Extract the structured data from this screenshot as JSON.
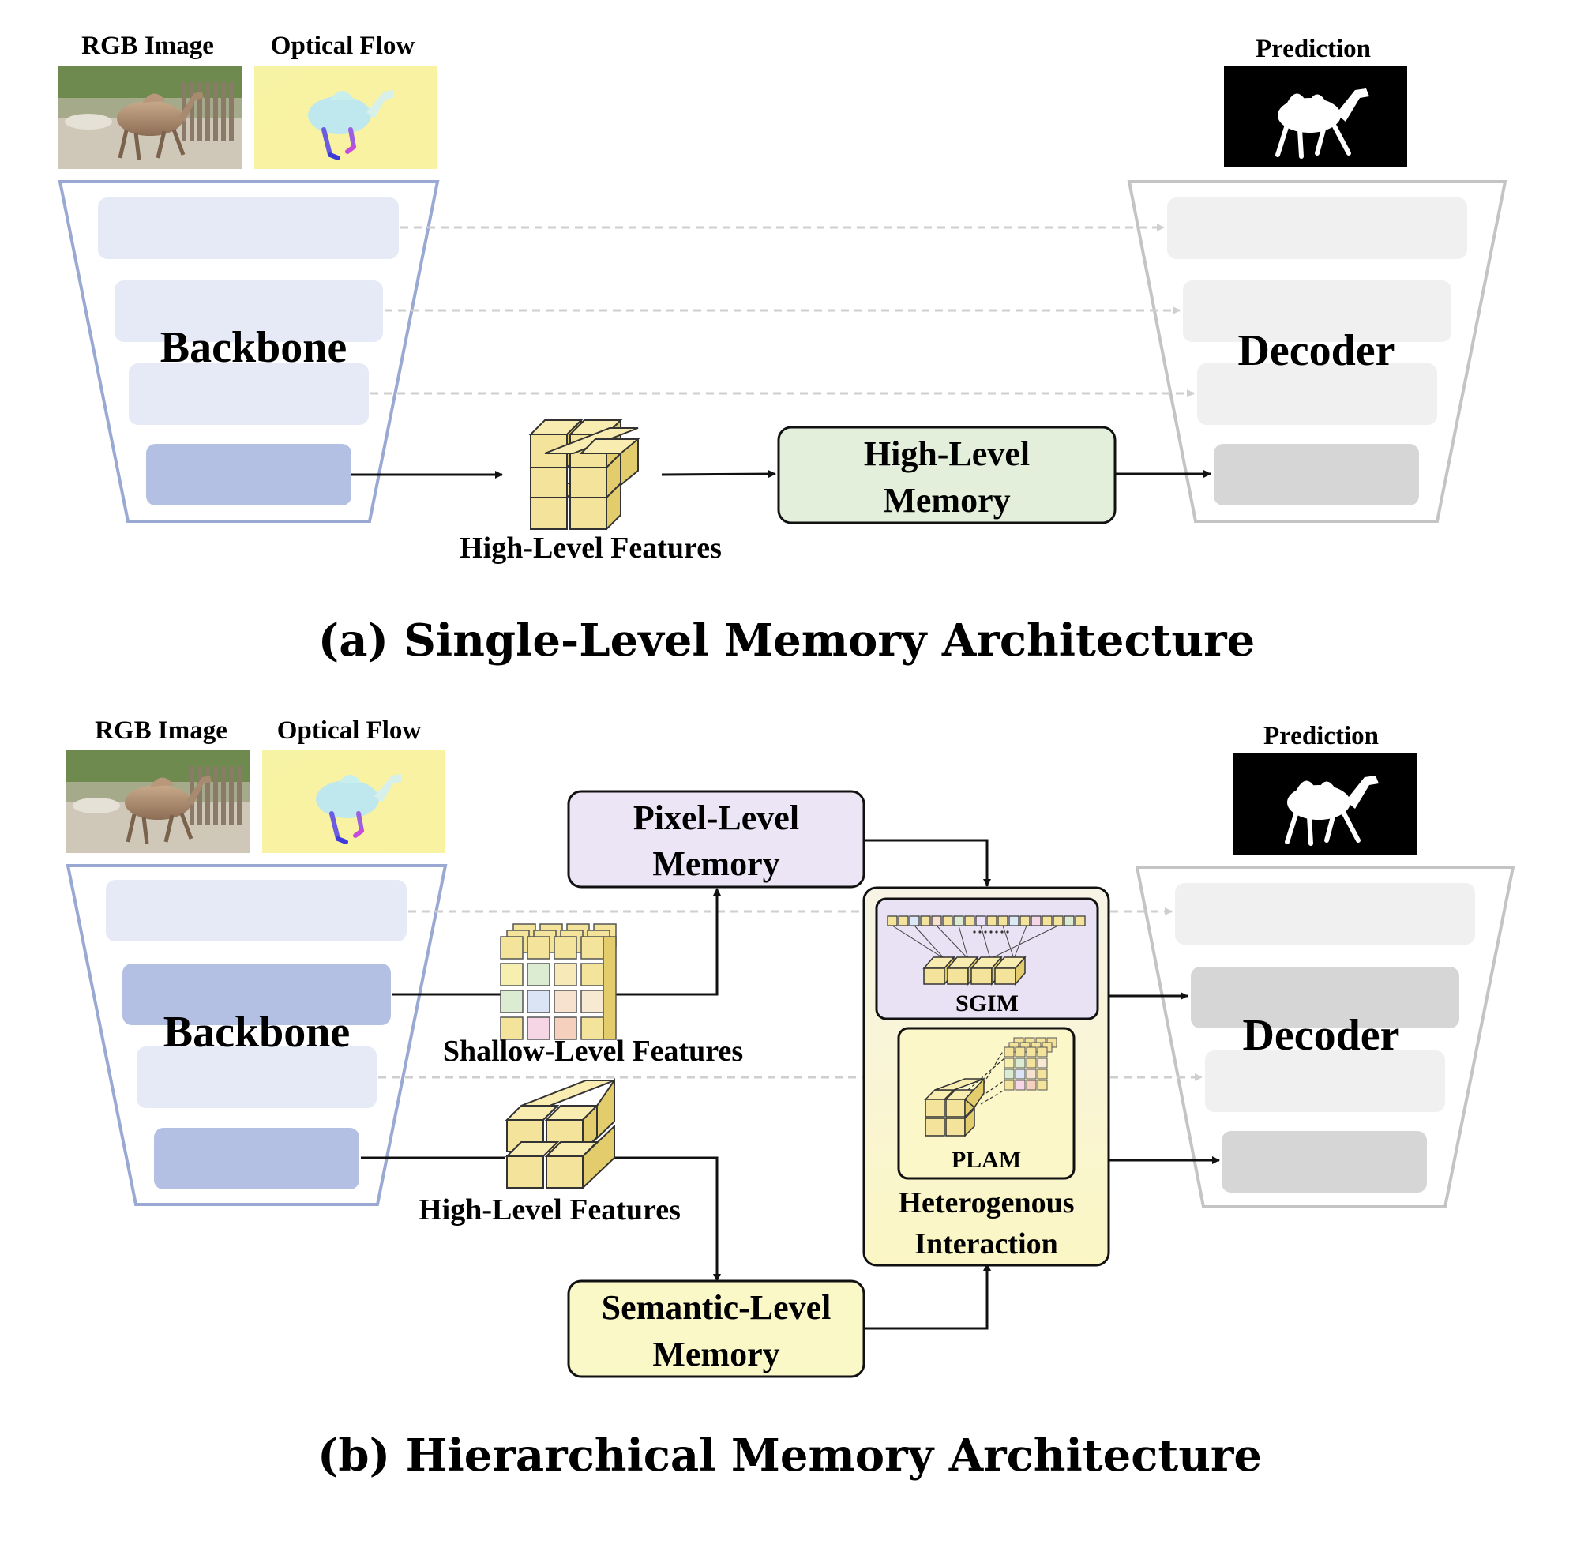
{
  "panel_a": {
    "rgb_label": "RGB Image",
    "flow_label": "Optical Flow",
    "prediction_label": "Prediction",
    "backbone_label": "Backbone",
    "decoder_label": "Decoder",
    "features_label": "High-Level Features",
    "memory_line1": "High-Level",
    "memory_line2": "Memory",
    "caption": "(a) Single-Level Memory Architecture"
  },
  "panel_b": {
    "rgb_label": "RGB Image",
    "flow_label": "Optical Flow",
    "prediction_label": "Prediction",
    "backbone_label": "Backbone",
    "decoder_label": "Decoder",
    "shallow_label": "Shallow-Level Features",
    "high_label": "High-Level Features",
    "pixel_line1": "Pixel-Level",
    "pixel_line2": "Memory",
    "semantic_line1": "Semantic-Level",
    "semantic_line2": "Memory",
    "sgim_label": "SGIM",
    "plam_label": "PLAM",
    "hetero_line1": "Heterogenous",
    "hetero_line2": "Interaction",
    "caption": "(b) Hierarchical Memory Architecture"
  },
  "colors": {
    "backbone_border": "#9aa9d4",
    "backbone_light": "#e6eaf6",
    "backbone_dark": "#b3bfe3",
    "decoder_border": "#c4c4c4",
    "decoder_light": "#f0f0f0",
    "decoder_dark": "#d6d6d6",
    "high_memory_fill": "#e3efda",
    "pixel_memory_fill": "#ebe5f6",
    "semantic_memory_fill": "#fbf8c8",
    "sgim_fill": "#e8e2f4",
    "plam_fill": "#fbf7c8",
    "feature_cube": "#f4e39a"
  }
}
